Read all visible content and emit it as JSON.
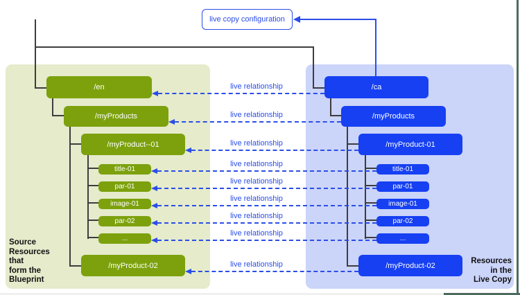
{
  "diagram": {
    "config_box_label": "live copy configuration",
    "relationship_label": "live relationship",
    "source": {
      "caption": [
        "Source",
        "Resources",
        "that",
        "form the",
        "Blueprint"
      ],
      "nodes": {
        "root": "/en",
        "products": "/myProducts",
        "product1": "/myProduct--01",
        "children": [
          "title-01",
          "par-01",
          "image-01",
          "par-02",
          "..."
        ],
        "product2": "/myProduct-02"
      }
    },
    "livecopy": {
      "caption": [
        "Resources",
        "in the",
        "Live Copy"
      ],
      "nodes": {
        "root": "/ca",
        "products": "/myProducts",
        "product1": "/myProduct-01",
        "children": [
          "title-01",
          "par-01",
          "image-01",
          "par-02",
          "..."
        ],
        "product2": "/myProduct-02"
      }
    },
    "colors": {
      "source_node": "#7ca10c",
      "source_panel": "#e5ebcb",
      "livecopy_node": "#1640f2",
      "livecopy_panel": "#cbd4f9",
      "relationship_blue": "#2a4de8",
      "tree_line": "#3d3d3d"
    }
  }
}
